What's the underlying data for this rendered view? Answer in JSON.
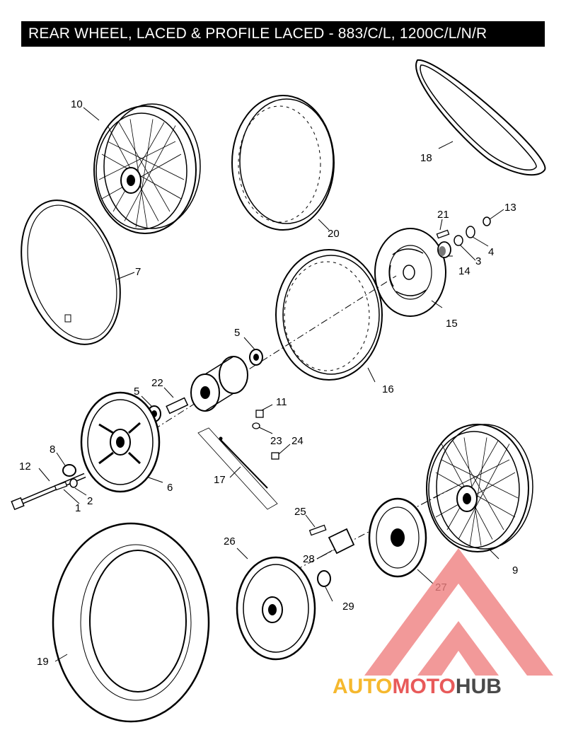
{
  "title": "REAR WHEEL, LACED & PROFILE LACED - 883/C/L, 1200C/L/N/R",
  "callouts": {
    "c1": "1",
    "c2": "2",
    "c3": "3",
    "c4": "4",
    "c5a": "5",
    "c5b": "5",
    "c6": "6",
    "c7": "7",
    "c8": "8",
    "c9": "9",
    "c10": "10",
    "c11": "11",
    "c12": "12",
    "c13": "13",
    "c14": "14",
    "c15": "15",
    "c16": "16",
    "c17": "17",
    "c18": "18",
    "c19": "19",
    "c20": "20",
    "c21": "21",
    "c22": "22",
    "c23": "23",
    "c24": "24",
    "c25": "25",
    "c26": "26",
    "c27": "27",
    "c28": "28",
    "c29": "29"
  },
  "watermark": {
    "part1": "AUTO",
    "part2": "MOTO",
    "part3": "HUB",
    "colors": {
      "auto": "#f5b82e",
      "moto": "#e85a5a",
      "hub": "#4a4a4a",
      "logo": "#f08080"
    }
  }
}
